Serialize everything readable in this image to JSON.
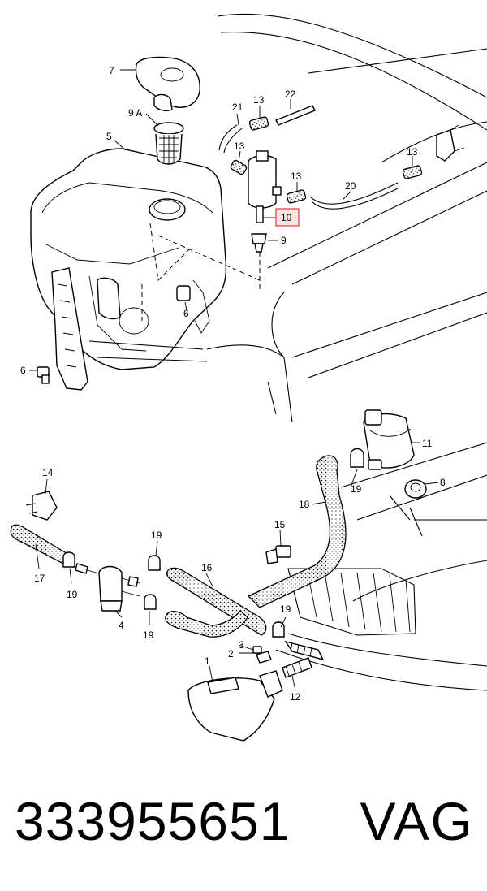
{
  "callouts": {
    "c1": "1",
    "c2": "2",
    "c3": "3",
    "c4": "4",
    "c5": "5",
    "c6a": "6",
    "c6b": "6",
    "c7": "7",
    "c8": "8",
    "c9": "9",
    "c9a": "9 A",
    "c10": "10",
    "c11": "11",
    "c12": "12",
    "c13a": "13",
    "c13b": "13",
    "c13c": "13",
    "c13d": "13",
    "c14": "14",
    "c15": "15",
    "c16": "16",
    "c17": "17",
    "c18": "18",
    "c19a": "19",
    "c19b": "19",
    "c19c": "19",
    "c19d": "19",
    "c19e": "19",
    "c20": "20",
    "c21": "21",
    "c22": "22"
  },
  "highlight": {
    "callout": "10",
    "color": "#e23a3a",
    "fill": "#fbe3e3"
  },
  "footer": {
    "part_number": "333955651",
    "brand": "VAG"
  }
}
